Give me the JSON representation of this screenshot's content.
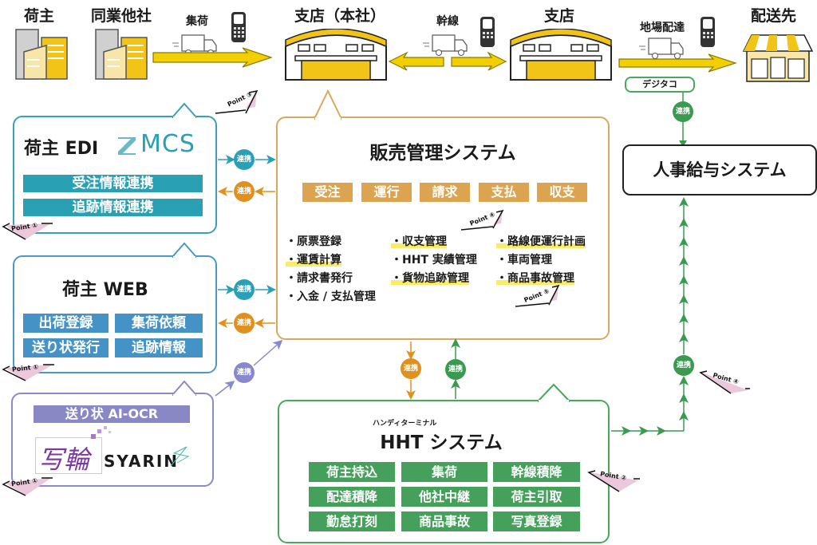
{
  "stages": {
    "shipper": "荷主",
    "partner": "同業他社",
    "branch_hq": "支店（本社）",
    "branch": "支店",
    "destination": "配送先"
  },
  "flows": {
    "pickup": "集荷",
    "trunk": "幹線",
    "local_delivery": "地場配達"
  },
  "digitaco_label": "デジタコ",
  "link_label": "連携",
  "edi_panel": {
    "title": "荷主 EDI",
    "logo_text": "MCS",
    "tags": [
      "受注情報連携",
      "追跡情報連携"
    ],
    "point": "Point ①"
  },
  "web_panel": {
    "title": "荷主 WEB",
    "tags": [
      "出荷登録",
      "集荷依頼",
      "送り状発行",
      "追跡情報"
    ],
    "point": "Point ①"
  },
  "ocr_panel": {
    "tag": "送り状 AI-OCR",
    "logo_kanji": "写輪",
    "logo_text": "SYARIN",
    "point": "Point ①"
  },
  "sales_panel": {
    "title": "販売管理システム",
    "tags": [
      "受注",
      "運行",
      "請求",
      "支払",
      "収支"
    ],
    "features": [
      {
        "text": "・原票登録",
        "highlight": false
      },
      {
        "text": "・運賃計算",
        "highlight": true
      },
      {
        "text": "・請求書発行",
        "highlight": false
      },
      {
        "text": "・入金 / 支払管理",
        "highlight": false
      },
      {
        "text": "・収支管理",
        "highlight": true
      },
      {
        "text": "・HHT 実績管理",
        "highlight": false
      },
      {
        "text": "・貨物追跡管理",
        "highlight": true
      },
      {
        "text": "・路線便運行計画",
        "highlight": true
      },
      {
        "text": "・車両管理",
        "highlight": false
      },
      {
        "text": "・商品事故管理",
        "highlight": true
      }
    ],
    "points": [
      "Point ④",
      "Point ⑤"
    ]
  },
  "hht_panel": {
    "ruby": "ハンディターミナル",
    "title": "HHT システム",
    "tags": [
      "荷主持込",
      "集荷",
      "幹線積降",
      "配達積降",
      "他社中継",
      "荷主引取",
      "勤怠打刻",
      "商品事故",
      "写真登録"
    ],
    "point": "Point ②"
  },
  "hr_system": {
    "title": "人事給与システム",
    "point": "Point ④"
  },
  "top_point": "Point ③",
  "colors": {
    "edi": "#2aa0b4",
    "web": "#4592c6",
    "ocr": "#8a88c4",
    "sales": "#dca450",
    "hht": "#44a05a",
    "link_orange": "#e0901e",
    "arrow_yellow": "#f2d000",
    "point_pink": "#ecc8dc"
  }
}
